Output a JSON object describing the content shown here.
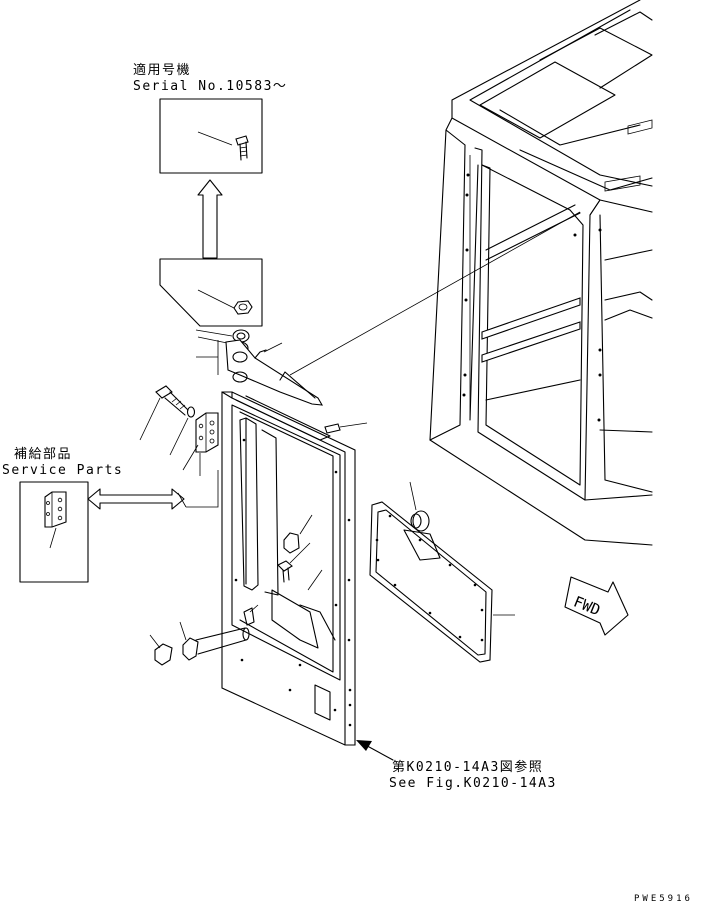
{
  "applicable": {
    "title": "適用号機",
    "serial": "Serial No.10583～"
  },
  "service_parts": {
    "title": "補給部品",
    "label": "Service Parts"
  },
  "reference": {
    "jp": "第K0210-14A3図参照",
    "en": "See Fig.K0210-14A3"
  },
  "fwd_label": "FWD",
  "drawing_code": "PWE5916"
}
